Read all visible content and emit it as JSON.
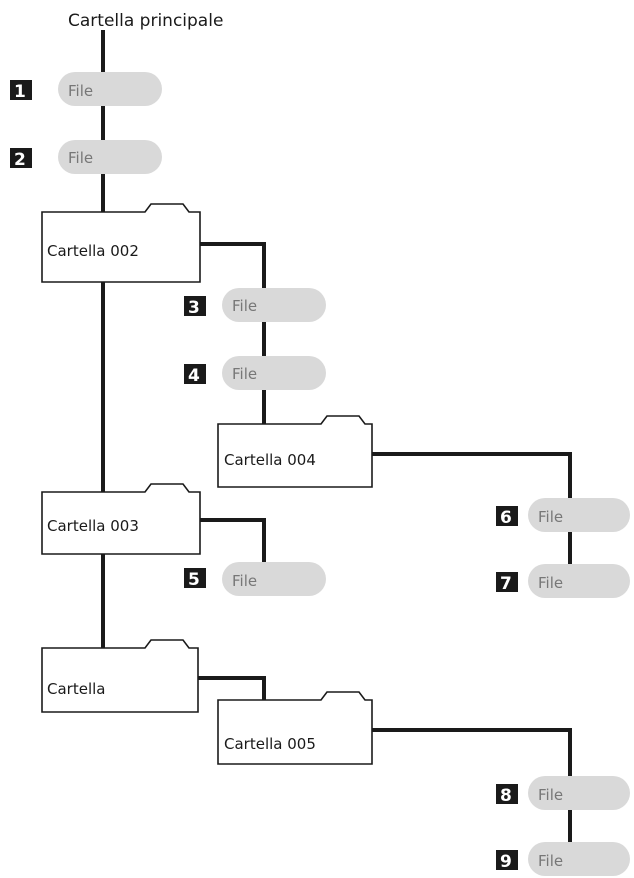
{
  "root": {
    "label": "Cartella principale"
  },
  "folders": {
    "f002": {
      "label": "Cartella 002"
    },
    "f003": {
      "label": "Cartella 003"
    },
    "f": {
      "label": "Cartella"
    },
    "f004": {
      "label": "Cartella 004"
    },
    "f005": {
      "label": "Cartella 005"
    }
  },
  "files": [
    {
      "badge": "1",
      "label": "File"
    },
    {
      "badge": "2",
      "label": "File"
    },
    {
      "badge": "3",
      "label": "File"
    },
    {
      "badge": "4",
      "label": "File"
    },
    {
      "badge": "5",
      "label": "File"
    },
    {
      "badge": "6",
      "label": "File"
    },
    {
      "badge": "7",
      "label": "File"
    },
    {
      "badge": "8",
      "label": "File"
    },
    {
      "badge": "9",
      "label": "File"
    }
  ],
  "colors": {
    "line": "#1a1a1a",
    "file_fill": "#d9d9d9",
    "file_text": "#777777",
    "badge_fill": "#1a1a1a"
  }
}
